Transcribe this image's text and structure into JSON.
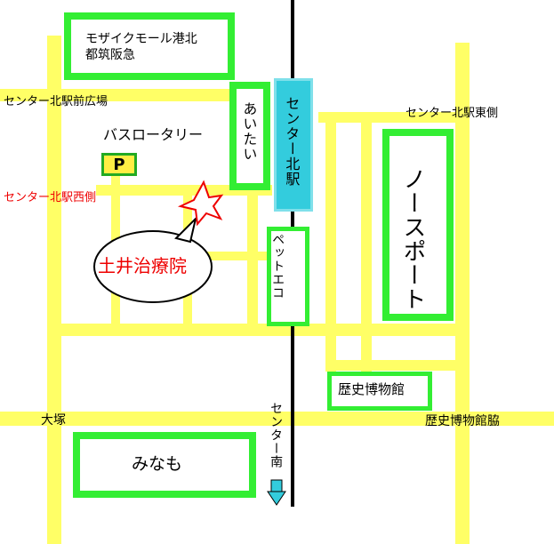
{
  "map": {
    "colors": {
      "road": "#ffff66",
      "building_border": "#33ee33",
      "station_fill": "#33ccdd",
      "clinic_text": "#ee0000",
      "star_outline": "#ee0000",
      "parking_fill": "#ffee44",
      "parking_border": "#22aa22",
      "arrow_fill": "#33ccdd"
    },
    "labels": {
      "mosaic_mall": "モザイクモール港北",
      "mosaic_mall_sub": "都筑阪急",
      "aitai": "あいたい",
      "station": "センター北駅",
      "station_front_plaza": "センター北駅前広場",
      "bus_rotary": "バスロータリー",
      "parking": "P",
      "west_side": "センター北駅西側",
      "east_side": "センター北駅東側",
      "clinic": "土井治療院",
      "pet_eco": "ペットエコ",
      "north_port": "ノースポート",
      "history_museum": "歴史博物館",
      "ootsuka": "大塚",
      "history_museum_side": "歴史博物館脇",
      "center_minami": "センター南",
      "minamo": "みなも"
    }
  }
}
